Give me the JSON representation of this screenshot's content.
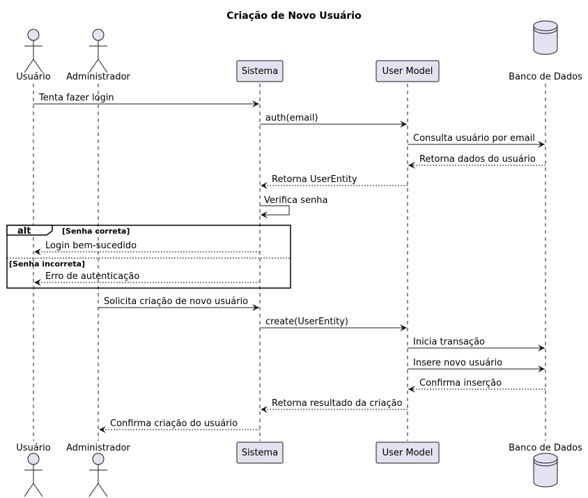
{
  "title": "Criação de Novo Usuário",
  "participants": [
    {
      "id": "usuario",
      "label": "Usuário",
      "kind": "actor"
    },
    {
      "id": "admin",
      "label": "Administrador",
      "kind": "actor"
    },
    {
      "id": "sistema",
      "label": "Sistema",
      "kind": "participant"
    },
    {
      "id": "usermodel",
      "label": "User Model",
      "kind": "participant"
    },
    {
      "id": "banco",
      "label": "Banco de Dados",
      "kind": "database"
    }
  ],
  "messages": [
    {
      "from": "usuario",
      "to": "sistema",
      "label": "Tenta fazer login",
      "style": "solid"
    },
    {
      "from": "sistema",
      "to": "usermodel",
      "label": "auth(email)",
      "style": "solid"
    },
    {
      "from": "usermodel",
      "to": "banco",
      "label": "Consulta usuário por email",
      "style": "solid"
    },
    {
      "from": "banco",
      "to": "usermodel",
      "label": "Retorna dados do usuário",
      "style": "dashed"
    },
    {
      "from": "usermodel",
      "to": "sistema",
      "label": "Retorna UserEntity",
      "style": "dashed"
    },
    {
      "from": "sistema",
      "to": "sistema",
      "label": "Verifica senha",
      "style": "self"
    },
    {
      "from": "sistema",
      "to": "usuario",
      "label": "Login bem-sucedido",
      "style": "dashed"
    },
    {
      "from": "sistema",
      "to": "usuario",
      "label": "Erro de autenticação",
      "style": "dashed"
    },
    {
      "from": "admin",
      "to": "sistema",
      "label": "Solicita criação de novo usuário",
      "style": "solid"
    },
    {
      "from": "sistema",
      "to": "usermodel",
      "label": "create(UserEntity)",
      "style": "solid"
    },
    {
      "from": "usermodel",
      "to": "banco",
      "label": "Inicia transação",
      "style": "solid"
    },
    {
      "from": "usermodel",
      "to": "banco",
      "label": "Insere novo usuário",
      "style": "solid"
    },
    {
      "from": "banco",
      "to": "usermodel",
      "label": "Confirma inserção",
      "style": "dashed"
    },
    {
      "from": "usermodel",
      "to": "sistema",
      "label": "Retorna resultado da criação",
      "style": "dashed"
    },
    {
      "from": "sistema",
      "to": "admin",
      "label": "Confirma criação do usuário",
      "style": "dashed"
    }
  ],
  "alt_frame": {
    "keyword": "alt",
    "condition_1": "[Senha correta]",
    "condition_2": "[Senha incorreta]"
  },
  "colors": {
    "participant_fill": "#E2E2F0",
    "line": "#181818"
  }
}
